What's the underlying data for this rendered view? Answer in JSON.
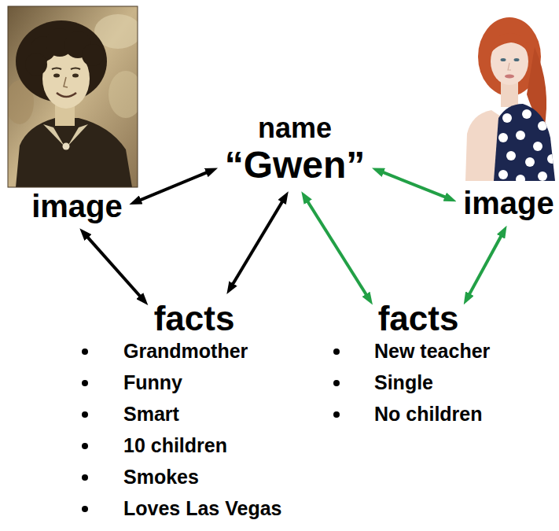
{
  "diagram": {
    "nodes": [
      {
        "text": [
          "name",
          "“Gwen”"
        ]
      },
      {
        "text": [
          "image"
        ]
      },
      {
        "text": [
          "image"
        ]
      },
      {
        "text": [
          "facts",
          "Grandmother",
          "Funny",
          "Smart",
          "10 children",
          "Smokes",
          "Loves Las Vegas"
        ]
      },
      {
        "text": [
          "facts",
          "New teacher",
          "Single",
          "No children"
        ]
      }
    ],
    "edges": [
      {
        "from": 1,
        "to": 0,
        "arrow": "both"
      },
      {
        "from": 1,
        "to": 3,
        "arrow": "both"
      },
      {
        "from": 0,
        "to": 3,
        "arrow": "both"
      },
      {
        "from": 0,
        "to": 2,
        "arrow": "both"
      },
      {
        "from": 0,
        "to": 4,
        "arrow": "both"
      },
      {
        "from": 2,
        "to": 4,
        "arrow": "both"
      }
    ]
  }
}
